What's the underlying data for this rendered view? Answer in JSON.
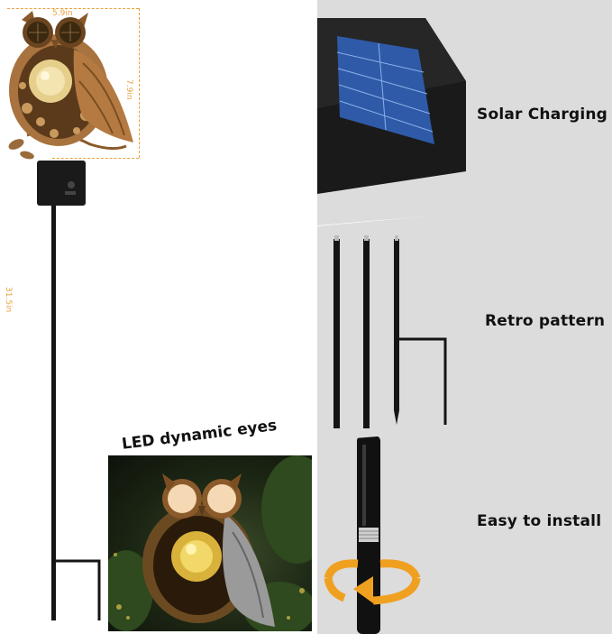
{
  "dimensions": {
    "width_label": "5.9in",
    "head_height_label": "7.9in",
    "total_height_label": "31.5in"
  },
  "features": {
    "solar": "Solar Charging",
    "retro": "Retro pattern",
    "install": "Easy to install",
    "eyes": "LED dynamic eyes"
  },
  "colors": {
    "accent_orange": "#e8a23c",
    "panel_gray": "#dcdcdc",
    "bronze": "#9a6a3a",
    "solar_blue": "#2f5aa8",
    "arrow_orange": "#f0a020"
  }
}
